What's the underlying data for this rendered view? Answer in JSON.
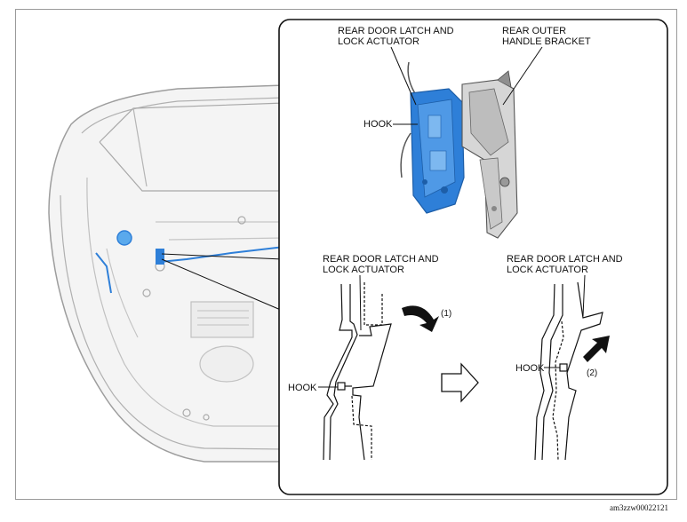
{
  "labels": {
    "top_actuator": "REAR DOOR LATCH AND\nLOCK ACTUATOR",
    "top_bracket": "REAR OUTER\nHANDLE BRACKET",
    "top_hook": "HOOK",
    "left_actuator": "REAR DOOR LATCH AND\nLOCK ACTUATOR",
    "right_actuator": "REAR DOOR LATCH AND\nLOCK ACTUATOR",
    "left_hook": "HOOK",
    "right_hook": "HOOK",
    "step1": "(1)",
    "step2": "(2)"
  },
  "reference_code": "am3zzw00022121",
  "colors": {
    "actuator_blue": "#2e7fd8",
    "outline": "#1a1a1a",
    "door_gray": "#c8c8c8"
  },
  "icons": [
    "rotate-arrow-icon",
    "push-arrow-icon",
    "next-step-arrow-icon"
  ]
}
